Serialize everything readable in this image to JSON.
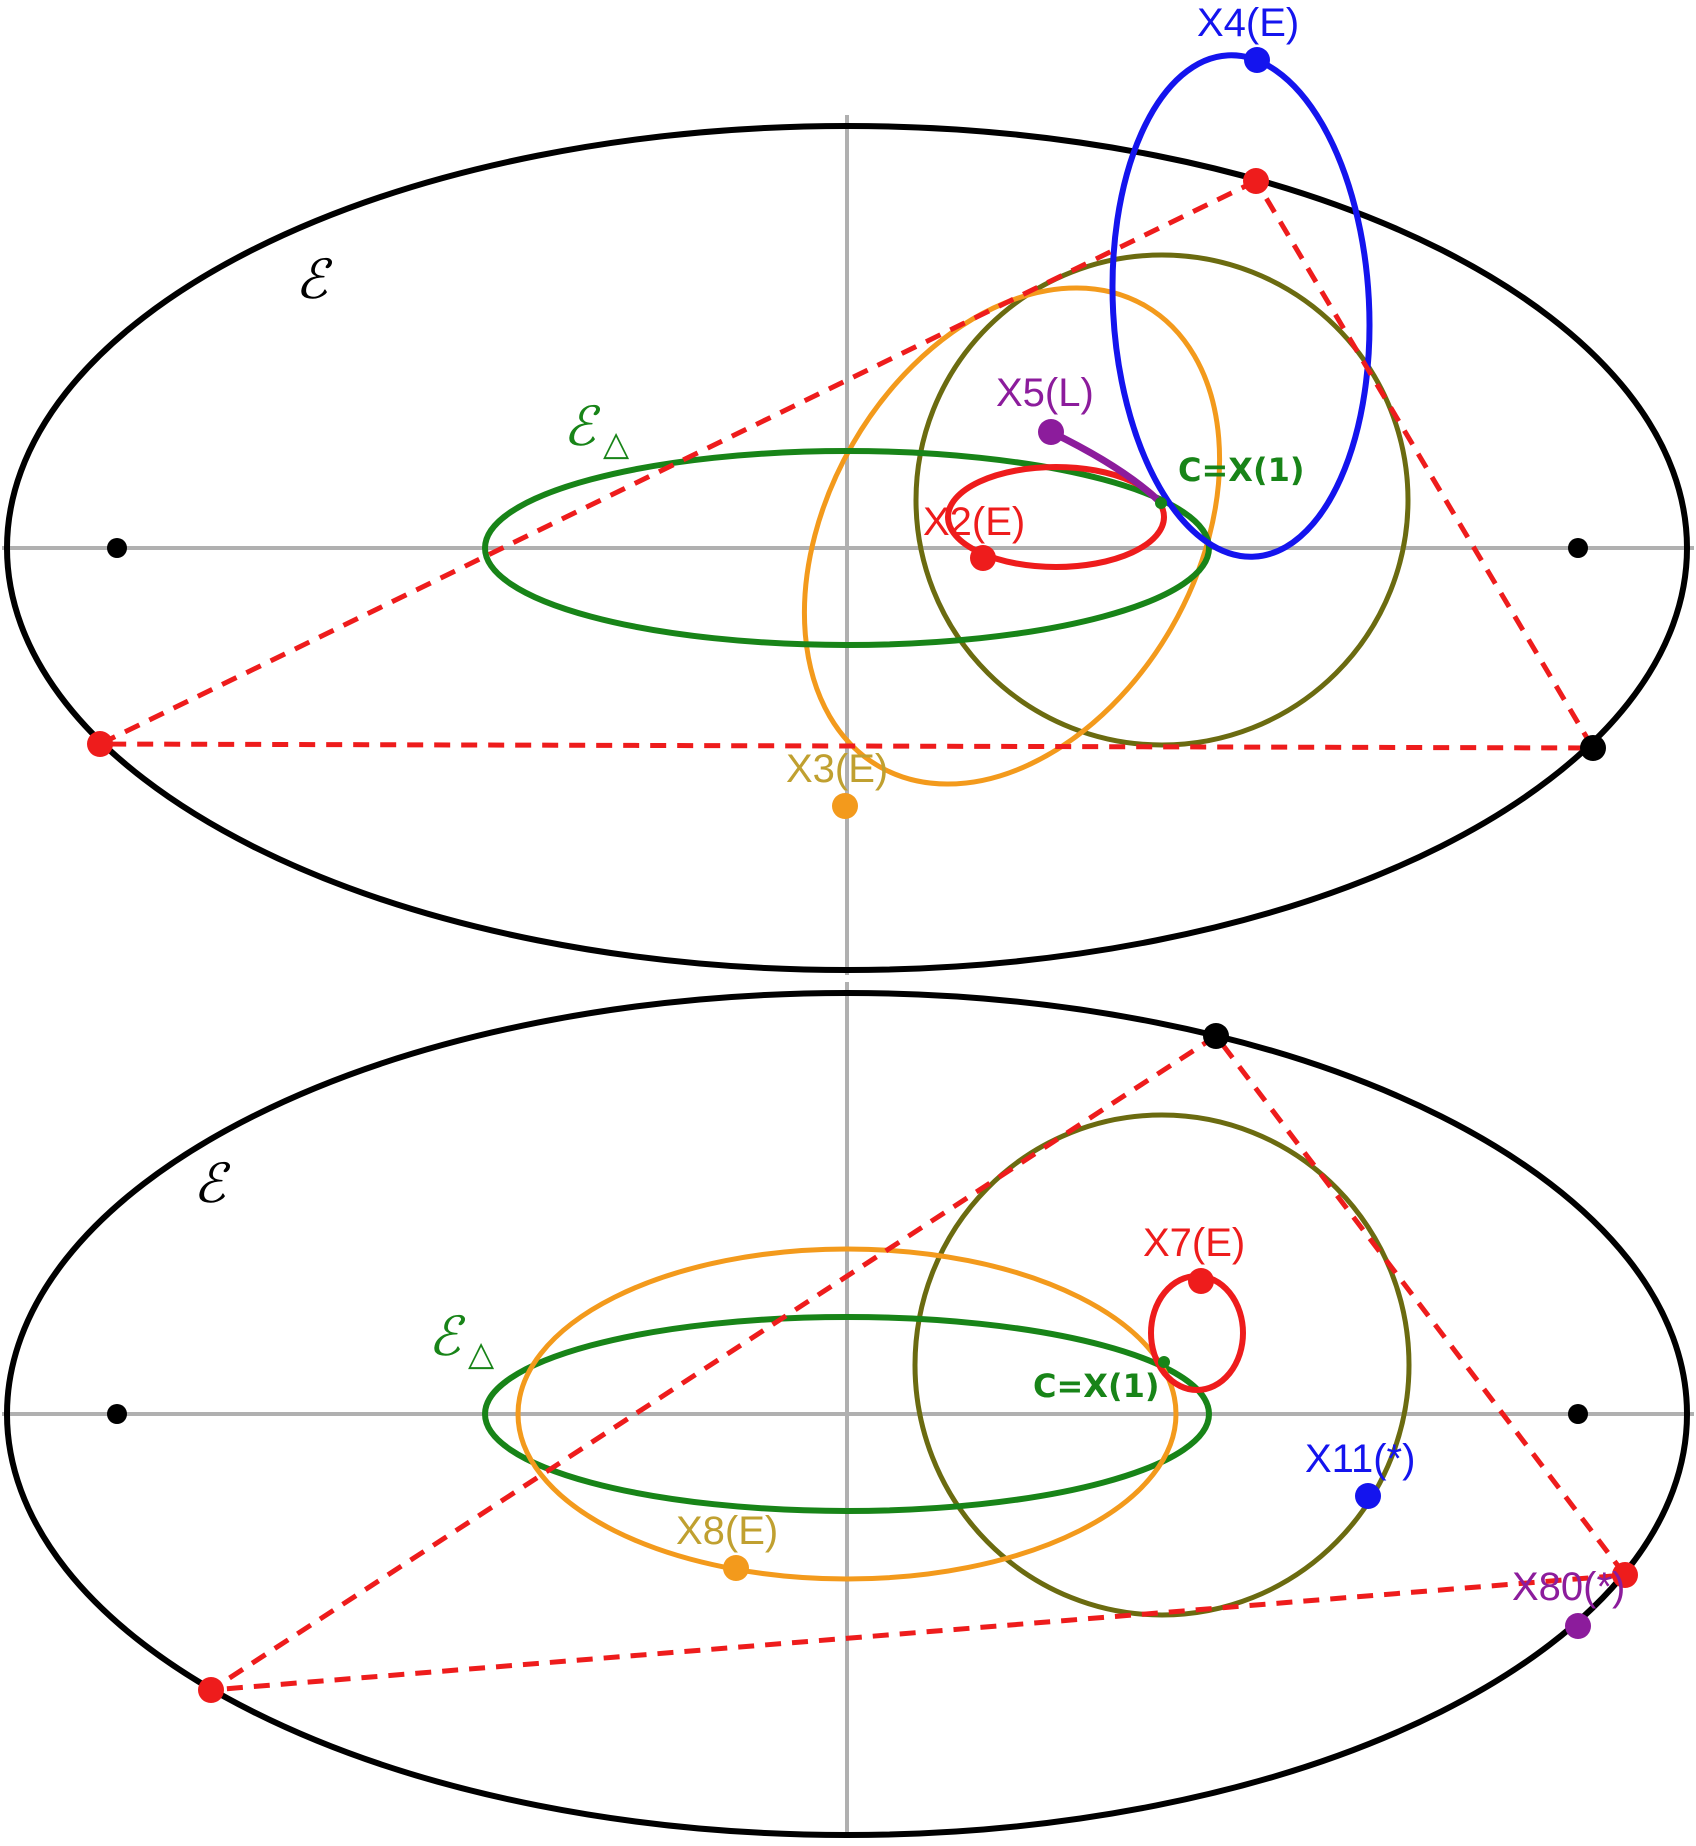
{
  "colors": {
    "outer_ellipse": "#000000",
    "axis": "#b0b0b0",
    "triangle": "#ee1c1c",
    "inellipse": "#188418",
    "circumcircle": "#6b6b10",
    "x2_locus": "#ee1c1c",
    "x3_locus": "#f39a1c",
    "x4_locus": "#1414ee",
    "x5_locus": "#8c1c9c",
    "x11_point": "#1414ee",
    "x80_point": "#8c1c9c"
  },
  "panels": [
    {
      "outer_label": "ℰ",
      "inner_label": "ℰ",
      "inner_label_sub": "△",
      "center_label": "C=X(1)",
      "points": [
        {
          "id": "x4",
          "label": "X4(E)"
        },
        {
          "id": "x5",
          "label": "X5(L)"
        },
        {
          "id": "x2",
          "label": "X2(E)"
        },
        {
          "id": "x3",
          "label": "X3(E)"
        }
      ]
    },
    {
      "outer_label": "ℰ",
      "inner_label": "ℰ",
      "inner_label_sub": "△",
      "center_label": "C=X(1)",
      "points": [
        {
          "id": "x7",
          "label": "X7(E)"
        },
        {
          "id": "x8",
          "label": "X8(E)"
        },
        {
          "id": "x11",
          "label": "X11(*)"
        },
        {
          "id": "x80",
          "label": "X80(*)"
        }
      ]
    }
  ]
}
